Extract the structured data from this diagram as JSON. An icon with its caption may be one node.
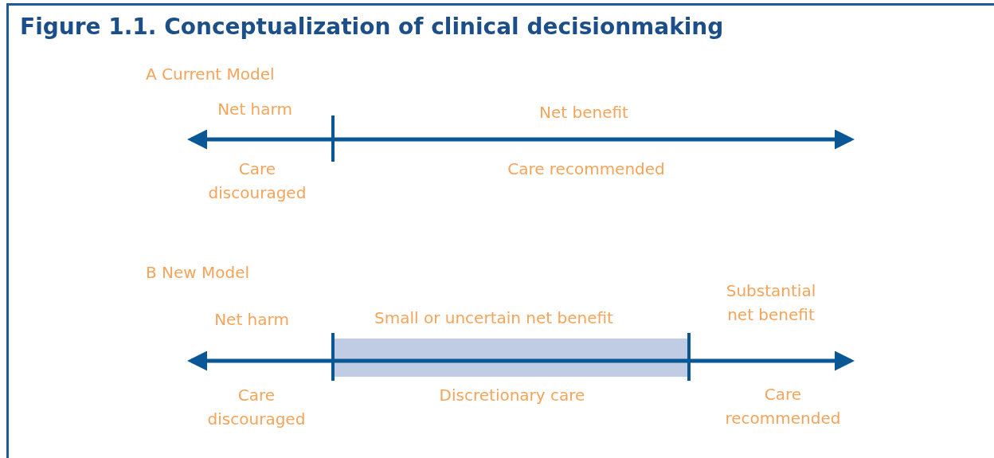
{
  "diagram": {
    "title": "Figure 1.1. Conceptualization of clinical decisionmaking",
    "labels": [
      "A  Current Model",
      "Net harm",
      "Net benefit",
      "Care discouraged",
      "Care recommended",
      "B  New Model",
      "Substantial net benefit",
      "Net harm",
      "Small or uncertain net benefit",
      "Care discouraged",
      "Discretionary care",
      "Care recommended"
    ]
  }
}
